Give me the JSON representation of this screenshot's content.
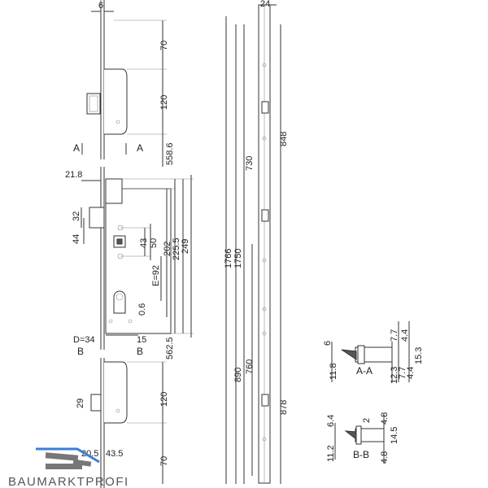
{
  "drawing": {
    "top_keeper": {
      "width": "6",
      "upper": "70",
      "height": "120",
      "offset": "558.6",
      "section_a_left": "A",
      "section_a_right": "A"
    },
    "main_lock": {
      "faceplate": "21.8",
      "d32": "32",
      "d44": "44",
      "d43": "43",
      "d50": "50",
      "d202": "202",
      "d225": "225.5",
      "d249": "249",
      "e": "E=92",
      "d06": "0.6",
      "backset": "D=34",
      "d15": "15",
      "offset": "562.5",
      "section_b_left": "B",
      "section_b_right": "B"
    },
    "bottom_keeper": {
      "d29": "29",
      "height": "120",
      "lower": "70",
      "d205": "20.5",
      "d435": "43.5"
    },
    "rod": {
      "width": "24",
      "total1": "1766",
      "total2": "1750",
      "upper_a": "730",
      "upper_b": "848",
      "lower_a": "890",
      "lower_b": "760",
      "lower_c": "878"
    },
    "section_aa": {
      "title": "A-A",
      "d6": "6",
      "d118": "11.8",
      "d77a": "7.7",
      "d44a": "4.4",
      "d123": "12.3",
      "d77b": "7.7",
      "d44b": "4.4",
      "d153": "15.3"
    },
    "section_bb": {
      "title": "B-B",
      "d64": "6.4",
      "d112": "11.2",
      "d2": "2",
      "d48a": "4.8",
      "d48b": "4.8",
      "d145": "14.5"
    }
  },
  "logo": {
    "text": "BAUMARKTPROFI",
    "color": "#3a7fd5"
  }
}
